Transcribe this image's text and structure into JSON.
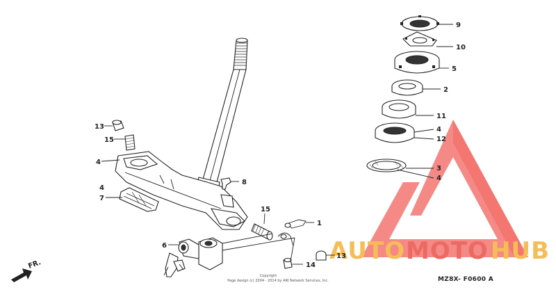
{
  "diagram": {
    "part_labels": [
      "1",
      "2",
      "3",
      "4",
      "5",
      "6",
      "7",
      "8",
      "9",
      "10",
      "11",
      "12",
      "13",
      "14",
      "15"
    ],
    "fr_marker": "FR.",
    "copyright_line1": "Copyright",
    "copyright_line2": "Page design (c) 2004 - 2014 by ARI Network Services, Inc.",
    "diagram_code": "MZ8X- F0600 A"
  },
  "watermark": {
    "word_auto": "AUTO",
    "word_moto": "MOTO",
    "word_hub": "HUB",
    "colors": {
      "auto": "#f4b23c",
      "moto": "#e8524a",
      "hub": "#f4b23c",
      "triangle": "#ee3b33"
    }
  }
}
